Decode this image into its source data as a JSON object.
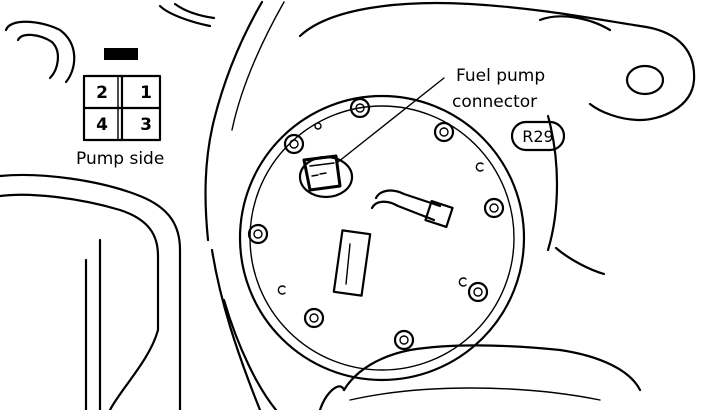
{
  "labels": {
    "fuel_pump_connector_line1": "Fuel pump",
    "fuel_pump_connector_line2": "connector",
    "pump_side": "Pump side",
    "figure_code": "R29"
  },
  "connector_pins": {
    "top_left": "2",
    "top_right": "1",
    "bottom_left": "4",
    "bottom_right": "3"
  }
}
